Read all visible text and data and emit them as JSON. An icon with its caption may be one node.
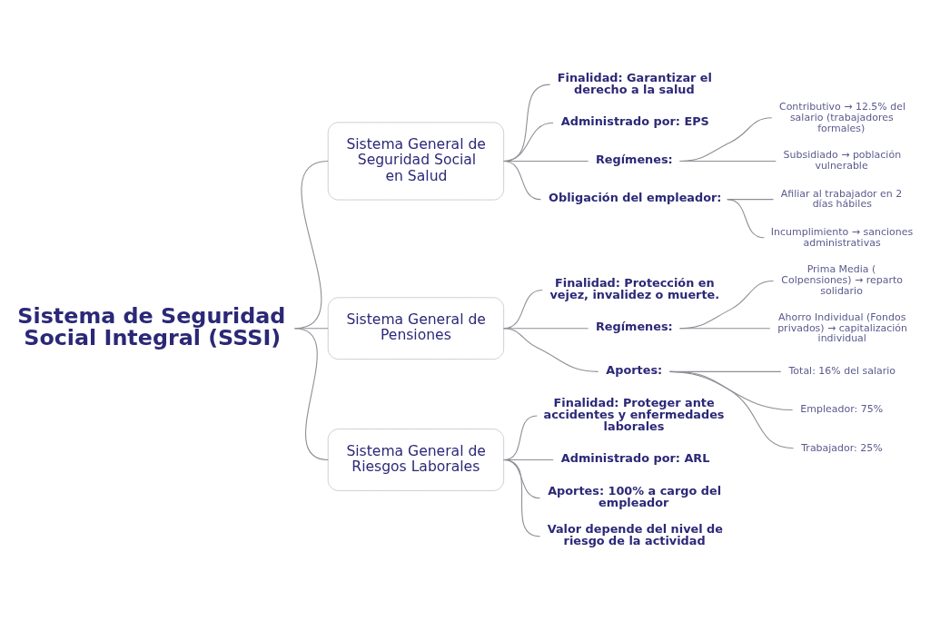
{
  "diagram": {
    "nodes": [
      {
        "text": [
          "Sistema de Seguridad Social Integral (SSSI)"
        ]
      },
      {
        "text": [
          "Sistema General de Seguridad Social en Salud"
        ]
      },
      {
        "text": [
          "Finalidad: Garantizar el derecho a la salud"
        ]
      },
      {
        "text": [
          "Administrado por: EPS"
        ]
      },
      {
        "text": [
          "Regímenes:"
        ]
      },
      {
        "text": [
          "Contributivo → 12.5% del salario (trabajadores formales)"
        ]
      },
      {
        "text": [
          "Subsidiado → población vulnerable"
        ]
      },
      {
        "text": [
          "Obligación del empleador:"
        ]
      },
      {
        "text": [
          "Afiliar al trabajador en 2 días hábiles"
        ]
      },
      {
        "text": [
          "Incumplimiento → sanciones administrativas"
        ]
      },
      {
        "text": [
          "Sistema General de Pensiones"
        ]
      },
      {
        "text": [
          "Finalidad: Protección en vejez, invalidez o muerte."
        ]
      },
      {
        "text": [
          "Regímenes:"
        ]
      },
      {
        "text": [
          "Prima Media ( Colpensiones) → reparto solidario"
        ]
      },
      {
        "text": [
          "Ahorro Individual (Fondos privados) → capitalización individual"
        ]
      },
      {
        "text": [
          "Aportes:"
        ]
      },
      {
        "text": [
          "Total: 16% del salario"
        ]
      },
      {
        "text": [
          "Empleador: 75%"
        ]
      },
      {
        "text": [
          "Trabajador: 25%"
        ]
      },
      {
        "text": [
          "Sistema General de Riesgos Laborales"
        ]
      },
      {
        "text": [
          "Finalidad: Proteger ante accidentes y enfermedades laborales"
        ]
      },
      {
        "text": [
          "Administrado por: ARL"
        ]
      },
      {
        "text": [
          "Aportes: 100% a cargo del empleador"
        ]
      },
      {
        "text": [
          "Valor depende del nivel de riesgo de la actividad"
        ]
      }
    ],
    "edges": [
      {
        "from": 0,
        "to": 1,
        "arrow": "none"
      },
      {
        "from": 0,
        "to": 10,
        "arrow": "none"
      },
      {
        "from": 0,
        "to": 19,
        "arrow": "none"
      },
      {
        "from": 1,
        "to": 2,
        "arrow": "none"
      },
      {
        "from": 1,
        "to": 3,
        "arrow": "none"
      },
      {
        "from": 1,
        "to": 4,
        "arrow": "none"
      },
      {
        "from": 1,
        "to": 7,
        "arrow": "none"
      },
      {
        "from": 4,
        "to": 5,
        "arrow": "none"
      },
      {
        "from": 4,
        "to": 6,
        "arrow": "none"
      },
      {
        "from": 7,
        "to": 8,
        "arrow": "none"
      },
      {
        "from": 7,
        "to": 9,
        "arrow": "none"
      },
      {
        "from": 10,
        "to": 11,
        "arrow": "none"
      },
      {
        "from": 10,
        "to": 12,
        "arrow": "none"
      },
      {
        "from": 10,
        "to": 15,
        "arrow": "none"
      },
      {
        "from": 12,
        "to": 13,
        "arrow": "none"
      },
      {
        "from": 12,
        "to": 14,
        "arrow": "none"
      },
      {
        "from": 15,
        "to": 16,
        "arrow": "none"
      },
      {
        "from": 15,
        "to": 17,
        "arrow": "none"
      },
      {
        "from": 15,
        "to": 18,
        "arrow": "none"
      },
      {
        "from": 19,
        "to": 20,
        "arrow": "none"
      },
      {
        "from": 19,
        "to": 21,
        "arrow": "none"
      },
      {
        "from": 19,
        "to": 22,
        "arrow": "none"
      },
      {
        "from": 19,
        "to": 23,
        "arrow": "none"
      }
    ]
  }
}
